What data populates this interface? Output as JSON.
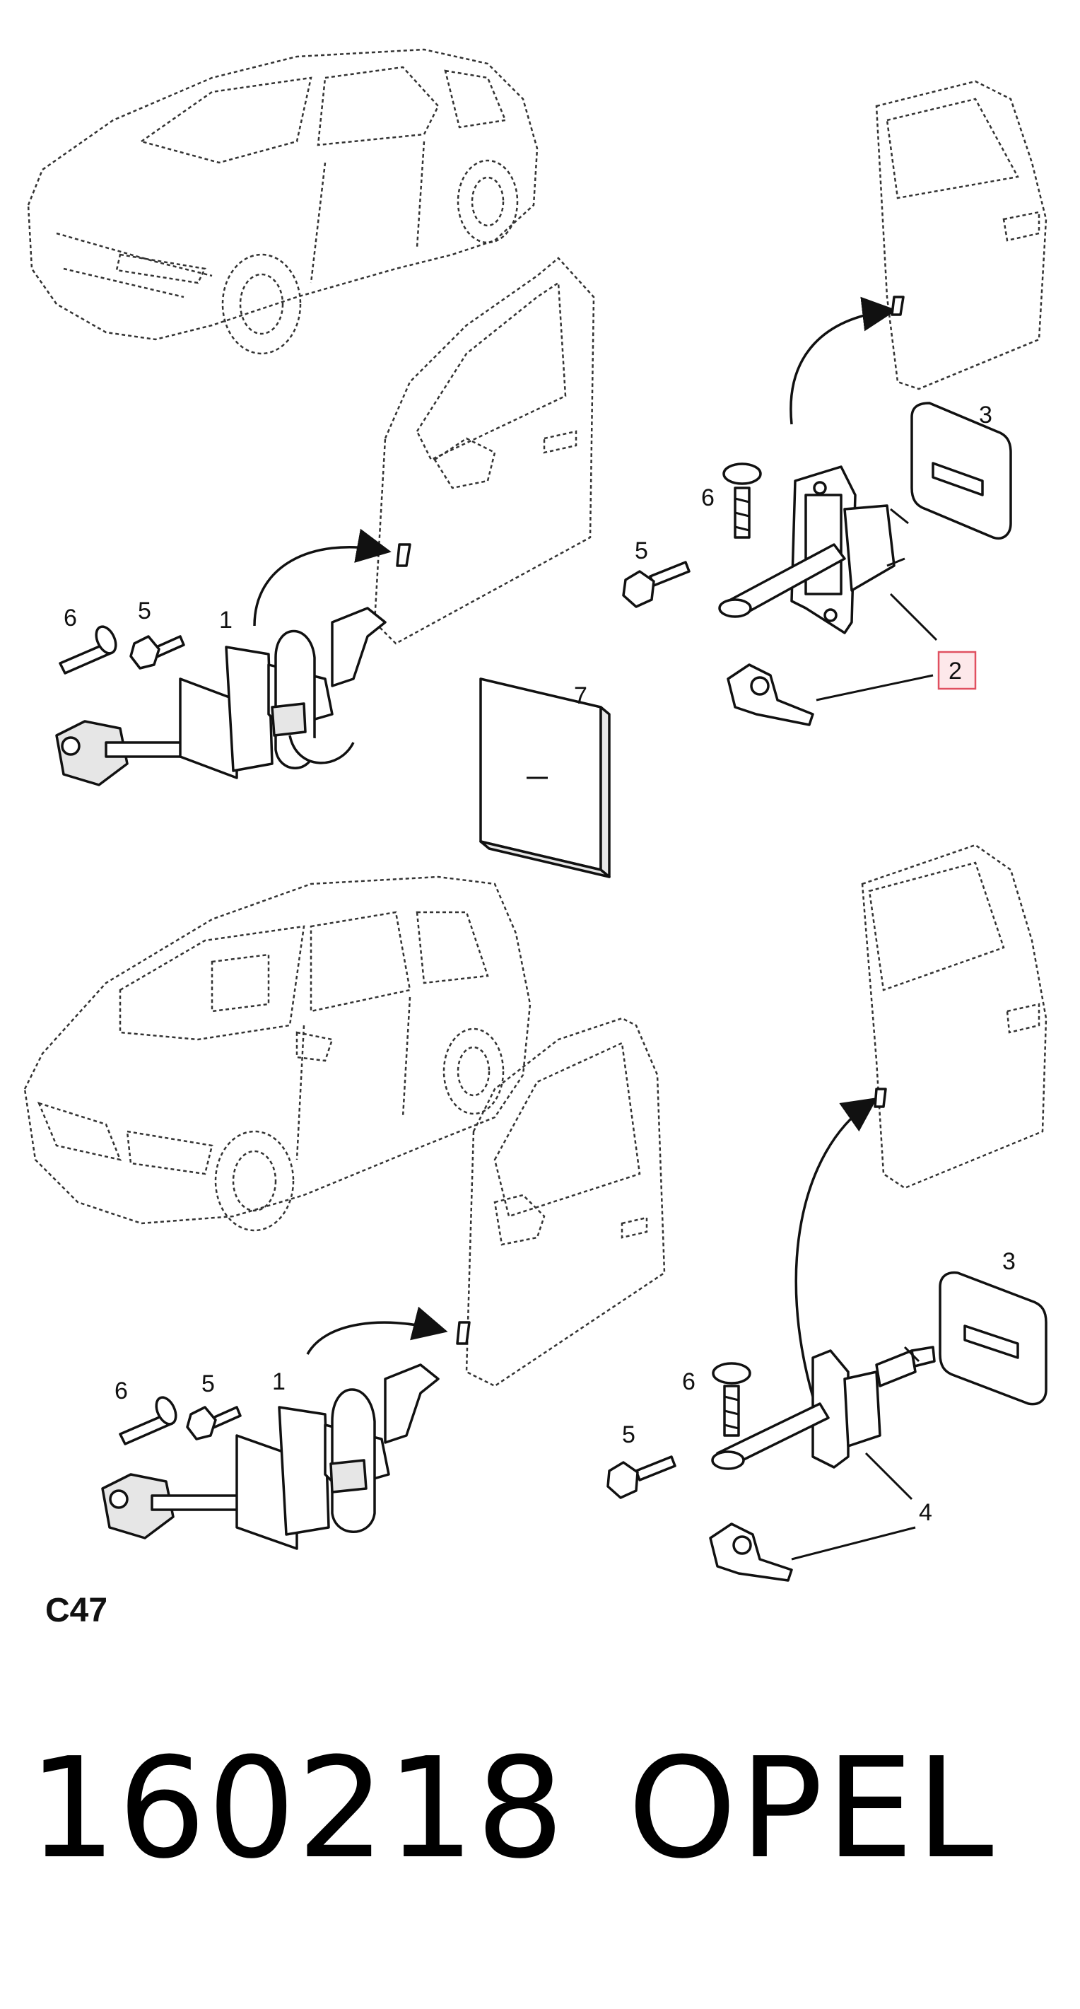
{
  "callouts": {
    "top": {
      "c3": "3",
      "c6_right": "6",
      "c5_right": "5",
      "c6_left": "6",
      "c5_left": "5",
      "c1": "1",
      "c2": "2",
      "c7": "7"
    },
    "bottom": {
      "c3": "3",
      "c6_left": "6",
      "c5_left": "5",
      "c1": "1",
      "c6_right": "6",
      "c5_right": "5",
      "c4": "4"
    }
  },
  "section_code": "C47",
  "part_number": "160218",
  "brand": "OPEL",
  "colors": {
    "line": "#111111",
    "highlight": "#e05060",
    "highlight_fill": "#fde8ea"
  }
}
